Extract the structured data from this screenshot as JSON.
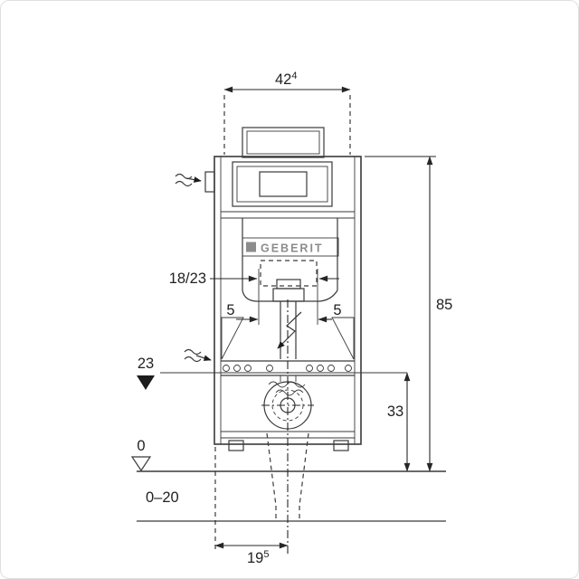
{
  "logo": {
    "label": "GEBERIT"
  },
  "dimensions": {
    "width_top": {
      "main": "42",
      "sup": "4"
    },
    "height_total": "85",
    "flush_pipe_depth": "18/23",
    "offset_left": "5",
    "offset_right": "5",
    "outlet_level": "23",
    "outlet_height": "33",
    "floor_level": "0",
    "floor_finish_range": "0–20",
    "outlet_offset_bottom": {
      "main": "19",
      "sup": "5"
    }
  },
  "colors": {
    "line": "#3a3a3a",
    "dimension": "#262626",
    "logo_gray": "#8c8c8c",
    "background": "#ffffff",
    "frame_border": "#e0e0e0"
  }
}
